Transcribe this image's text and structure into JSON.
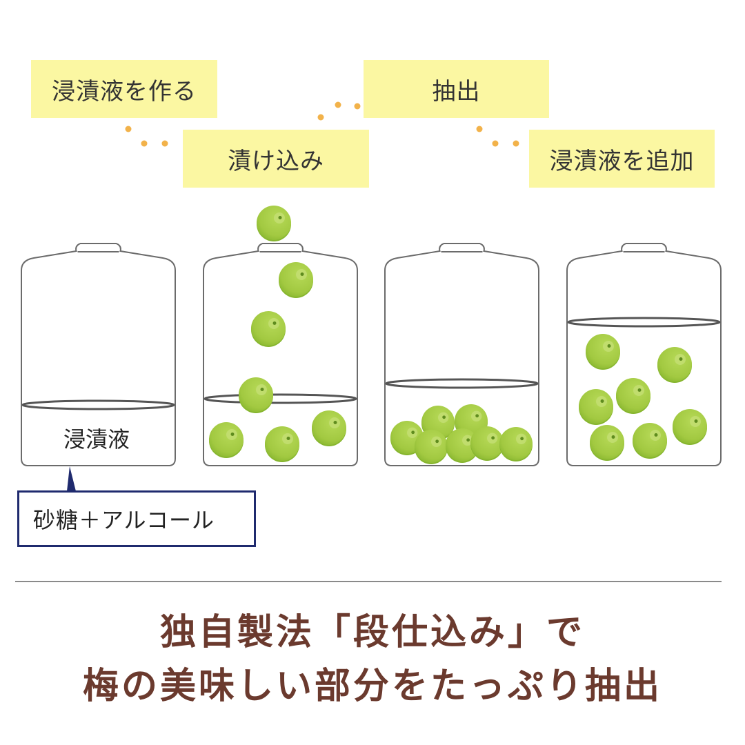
{
  "steps": [
    {
      "label": "浸漬液を作る"
    },
    {
      "label": "漬け込み"
    },
    {
      "label": "抽出"
    },
    {
      "label": "浸漬液を追加"
    }
  ],
  "jar_label": "浸漬液",
  "callout": "砂糖＋アルコール",
  "headline": {
    "line1": "独自製法「段仕込み」で",
    "line2": "梅の美味しい部分をたっぷり抽出"
  },
  "colors": {
    "step_bg": "#fbf7a2",
    "dot": "#f2b24a",
    "plum_light": "#a8cf45",
    "plum_dark": "#86b52e",
    "callout_border": "#1f2a6e",
    "headline": "#6b3a2e"
  }
}
